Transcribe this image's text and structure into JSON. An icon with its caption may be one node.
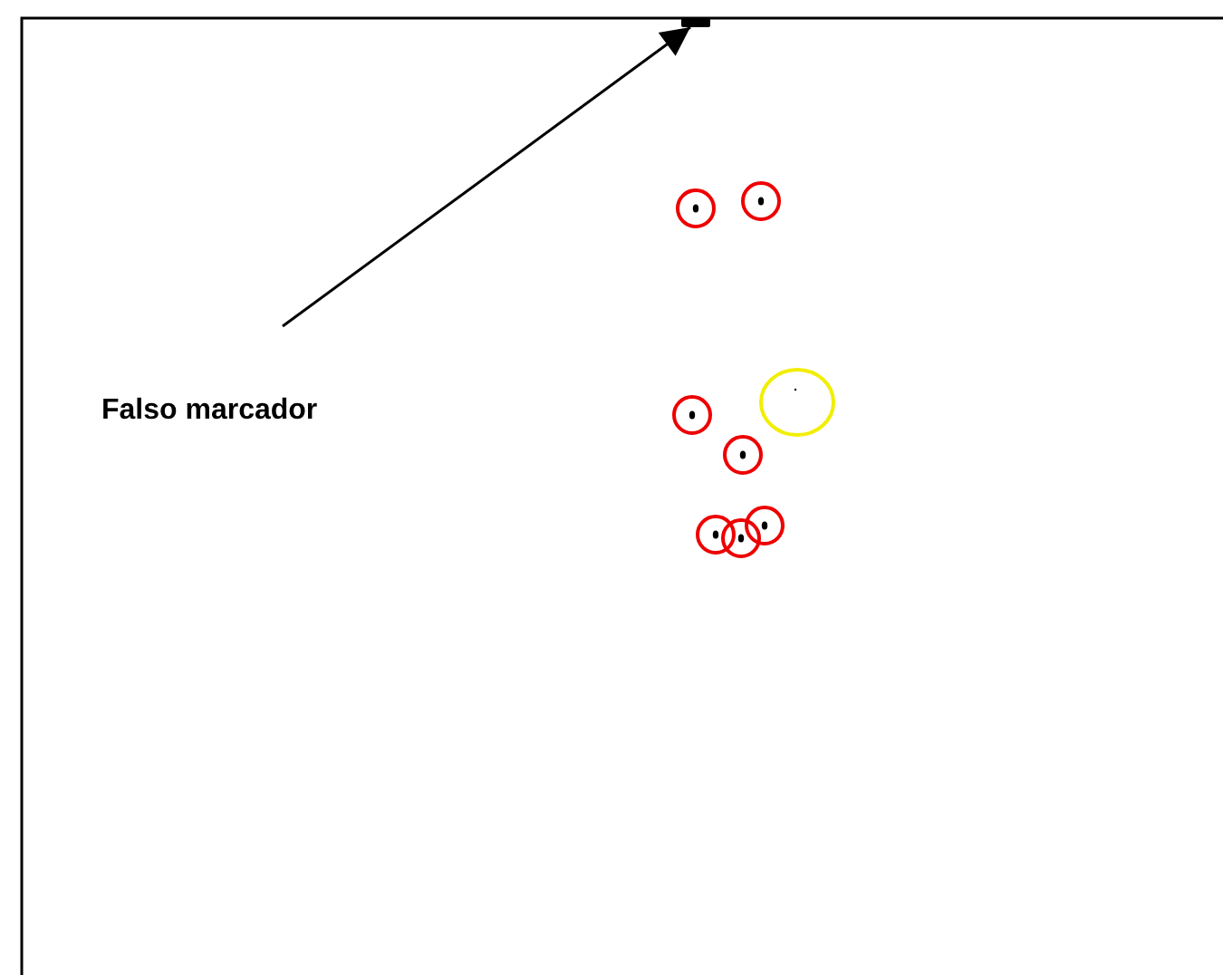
{
  "diagram": {
    "nodes": [
      {
        "text": [
          "Falso marcador"
        ]
      },
      {
        "text": [],
        "shape": "dot"
      }
    ],
    "edges": [
      {
        "from": 0,
        "to": 1,
        "arrow": "to"
      }
    ]
  }
}
